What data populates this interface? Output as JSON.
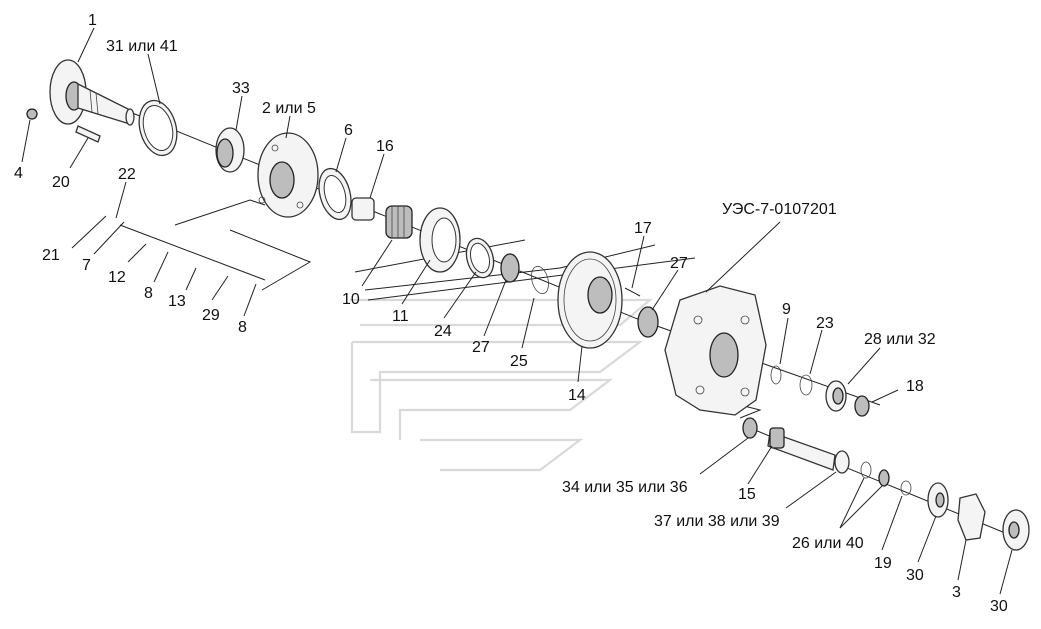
{
  "callouts": [
    {
      "id": "c1",
      "text": "1"
    },
    {
      "id": "c31",
      "text": "31 или 41"
    },
    {
      "id": "c33",
      "text": "33"
    },
    {
      "id": "c2",
      "text": "2 или 5"
    },
    {
      "id": "c6",
      "text": "6"
    },
    {
      "id": "c16",
      "text": "16"
    },
    {
      "id": "c4",
      "text": "4"
    },
    {
      "id": "c20",
      "text": "20"
    },
    {
      "id": "c22",
      "text": "22"
    },
    {
      "id": "c21",
      "text": "21"
    },
    {
      "id": "c7",
      "text": "7"
    },
    {
      "id": "c12",
      "text": "12"
    },
    {
      "id": "c8a",
      "text": "8"
    },
    {
      "id": "c13",
      "text": "13"
    },
    {
      "id": "c29",
      "text": "29"
    },
    {
      "id": "c8b",
      "text": "8"
    },
    {
      "id": "c10",
      "text": "10"
    },
    {
      "id": "c11",
      "text": "11"
    },
    {
      "id": "c24",
      "text": "24"
    },
    {
      "id": "c27a",
      "text": "27"
    },
    {
      "id": "c25",
      "text": "25"
    },
    {
      "id": "c14",
      "text": "14"
    },
    {
      "id": "c17",
      "text": "17"
    },
    {
      "id": "c27b",
      "text": "27"
    },
    {
      "id": "cUES",
      "text": "УЭС-7-0107201"
    },
    {
      "id": "c9",
      "text": "9"
    },
    {
      "id": "c23",
      "text": "23"
    },
    {
      "id": "c28",
      "text": "28 или 32"
    },
    {
      "id": "c18",
      "text": "18"
    },
    {
      "id": "c34",
      "text": "34 или 35 или 36"
    },
    {
      "id": "c15",
      "text": "15"
    },
    {
      "id": "c37",
      "text": "37 или 38 или 39"
    },
    {
      "id": "c26",
      "text": "26 или 40"
    },
    {
      "id": "c19",
      "text": "19"
    },
    {
      "id": "c30a",
      "text": "30"
    },
    {
      "id": "c3",
      "text": "3"
    },
    {
      "id": "c30b",
      "text": "30"
    }
  ]
}
